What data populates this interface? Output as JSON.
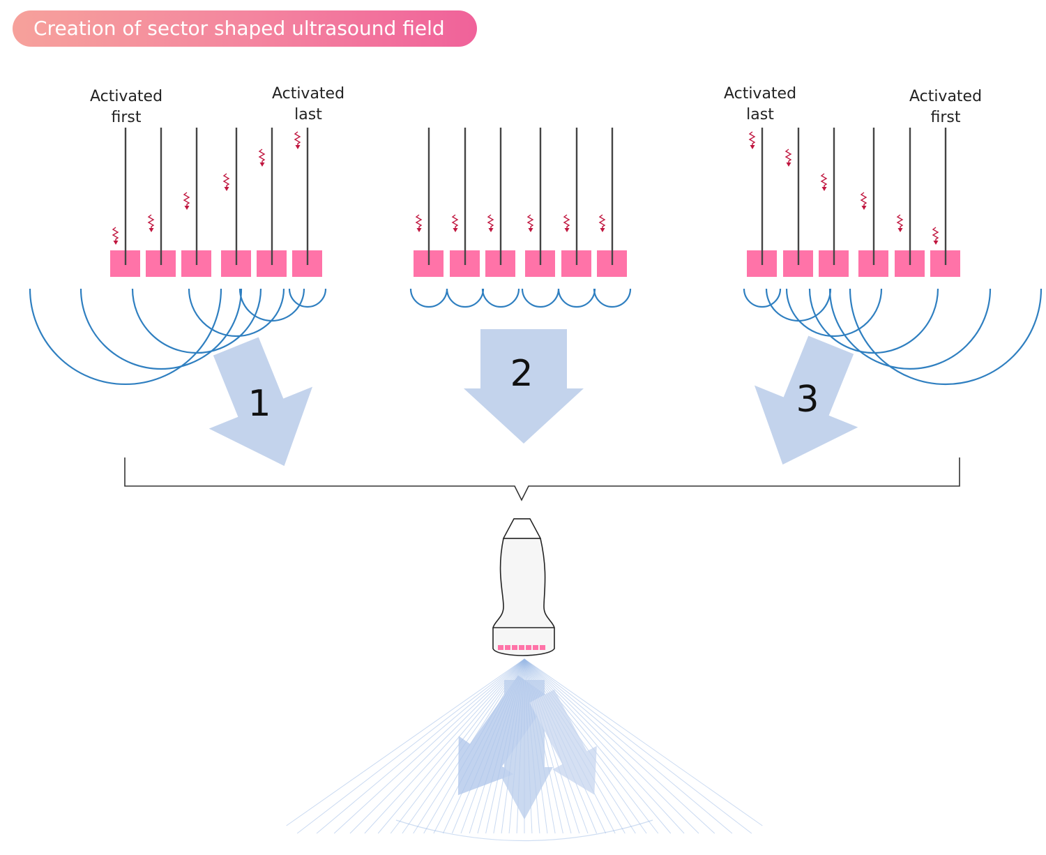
{
  "title": "Creation of sector shaped ultrasound field",
  "panels": [
    {
      "id": "1",
      "number_label": "1",
      "left_label": [
        "Activated",
        "first"
      ],
      "right_label": [
        "Activated",
        "last"
      ]
    },
    {
      "id": "2",
      "number_label": "2"
    },
    {
      "id": "3",
      "number_label": "3",
      "left_label": [
        "Activated",
        "last"
      ],
      "right_label": [
        "Activated",
        "first"
      ]
    }
  ],
  "colors": {
    "title_gradient": [
      "#f6a19b",
      "#f0629a"
    ],
    "element": "#ff73a8",
    "wavefront": "#2f7fc0",
    "arrow": "#c3d3ec",
    "pulse": "#c0163f",
    "beam": "#9dbbe6",
    "wire": "#444444"
  },
  "icons": [
    "pulse-icon",
    "ultrasound-probe-icon"
  ]
}
